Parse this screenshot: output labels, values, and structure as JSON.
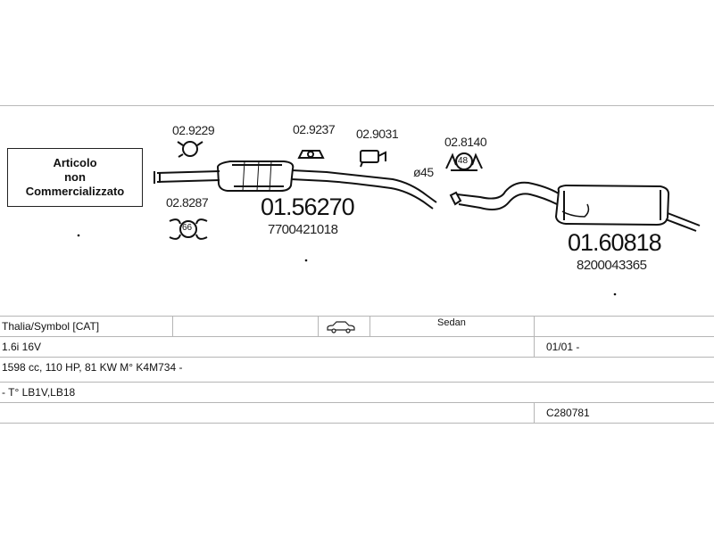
{
  "notice": {
    "line1": "Articolo",
    "line2": "non",
    "line3": "Commercializzato"
  },
  "parts": {
    "clamp_a": "02.9229",
    "clamp_b": "02.8287",
    "clamp_b_size": "66",
    "hanger_a": "02.9237",
    "hanger_b": "02.9031",
    "ring": "02.8140",
    "ring_size": "48",
    "diameter": "ø45",
    "front_pipe": "01.56270",
    "front_pipe_oem": "7700421018",
    "rear_silencer": "01.60818",
    "rear_silencer_oem": "8200043365"
  },
  "vehicle": {
    "model": "Thalia/Symbol  [CAT]",
    "body_icon": "sedan-car-icon",
    "body": "Sedan",
    "engine": "1.6i 16V",
    "date": "01/01 -",
    "specs": "1598 cc, 110 HP, 81 KW M° K4M734 -",
    "type": "- T° LB1V,LB18",
    "code": "C280781"
  }
}
